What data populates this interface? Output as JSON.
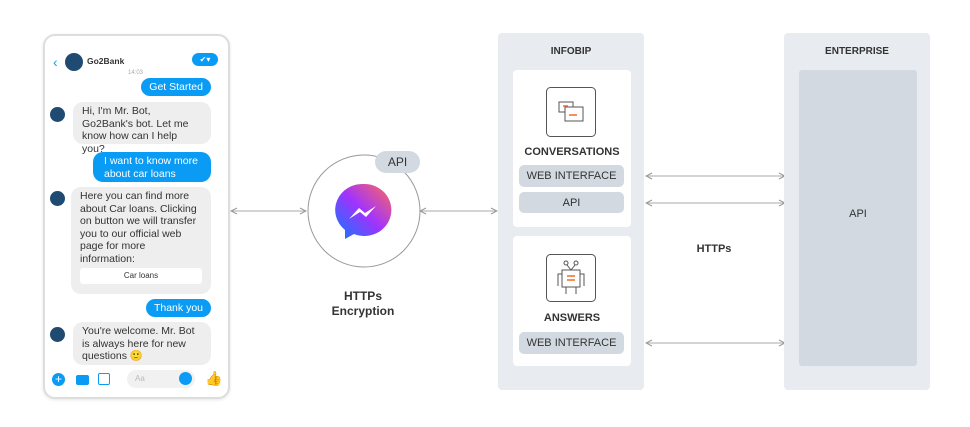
{
  "phone": {
    "brand": "Go2Bank",
    "time": "14:03",
    "composer_placeholder": "Aa",
    "messages": [
      {
        "from": "user",
        "text": "Get Started"
      },
      {
        "from": "bot",
        "text": "Hi, I'm Mr. Bot, Go2Bank's bot. Let me know how can I help you?"
      },
      {
        "from": "user",
        "text": "I want to know more about car loans"
      },
      {
        "from": "bot",
        "text": "Here you can find more about Car loans. Clicking on button we will transfer you to our official web page for more information:",
        "button": "Car loans"
      },
      {
        "from": "user",
        "text": "Thank you"
      },
      {
        "from": "bot",
        "text": "You're welcome. Mr. Bot is always here for new questions 🙂"
      }
    ]
  },
  "messenger": {
    "api_label": "API",
    "caption_line1": "HTTPs",
    "caption_line2": "Encryption"
  },
  "infobip": {
    "title": "INFOBIP",
    "conversations": {
      "title": "CONVERSATIONS",
      "items": [
        "WEB INTERFACE",
        "API"
      ]
    },
    "answers": {
      "title": "ANSWERS",
      "items": [
        "WEB INTERFACE"
      ]
    }
  },
  "link_label": "HTTPs",
  "enterprise": {
    "title": "ENTERPRISE",
    "api_label": "API"
  },
  "colors": {
    "accent": "#0a9cf5",
    "panel": "#e8ebef",
    "pill": "#d3d9e1",
    "orange": "#f26b21"
  }
}
